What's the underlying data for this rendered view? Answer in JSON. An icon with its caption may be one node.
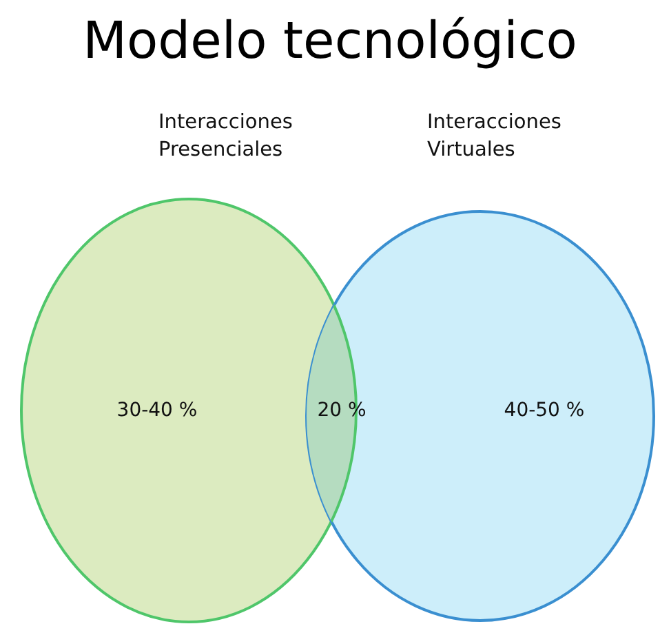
{
  "diagram": {
    "title": "Modelo tecnológico",
    "nodes": [
      {
        "text": [
          "Interacciones Presenciales",
          "30-40 %"
        ]
      },
      {
        "text": [
          "Interacciones Virtuales",
          "40-50 %"
        ]
      },
      {
        "text": [
          "20 %"
        ]
      }
    ]
  }
}
